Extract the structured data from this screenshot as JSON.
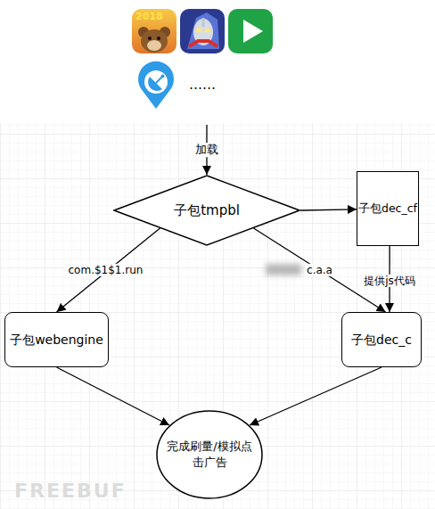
{
  "diagram": {
    "nodes": [
      {
        "text": [
          "子包tmpbl"
        ]
      },
      {
        "text": [
          "子包dec_cf"
        ]
      },
      {
        "text": [
          "子包webengine"
        ]
      },
      {
        "text": [
          "子包dec_c"
        ]
      },
      {
        "text": [
          "完成刷量/模拟点击广告"
        ]
      }
    ],
    "edges": [
      {
        "from": 0,
        "to": 1,
        "arrow": "to"
      },
      {
        "from": 0,
        "to": 2,
        "label": "com.$1$1.run",
        "arrow": "to"
      },
      {
        "from": 0,
        "to": 3,
        "label": "c.a.a",
        "arrow": "to"
      },
      {
        "from": 1,
        "to": 3,
        "label": "提供js代码",
        "arrow": "to"
      },
      {
        "from": 2,
        "to": 4,
        "arrow": "to"
      },
      {
        "from": 3,
        "to": 4,
        "arrow": "to"
      }
    ],
    "labels": [
      "2018",
      "……",
      "加载",
      "FREEBUF"
    ]
  }
}
